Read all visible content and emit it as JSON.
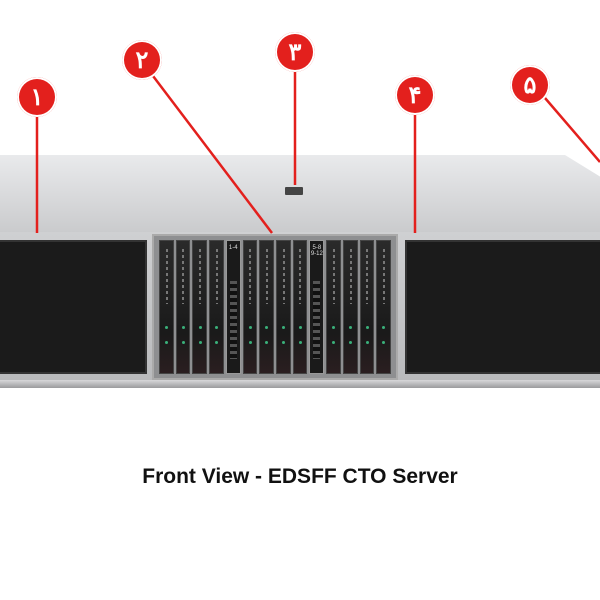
{
  "title": "Front View - EDSFF CTO Server",
  "callouts": [
    "۱",
    "۲",
    "۳",
    "۴",
    "۵"
  ],
  "bay_labels": {
    "left": "1-4",
    "right": "5-8 9-12"
  },
  "colors": {
    "callout": "#e3201d",
    "led": "#3ab07a"
  }
}
